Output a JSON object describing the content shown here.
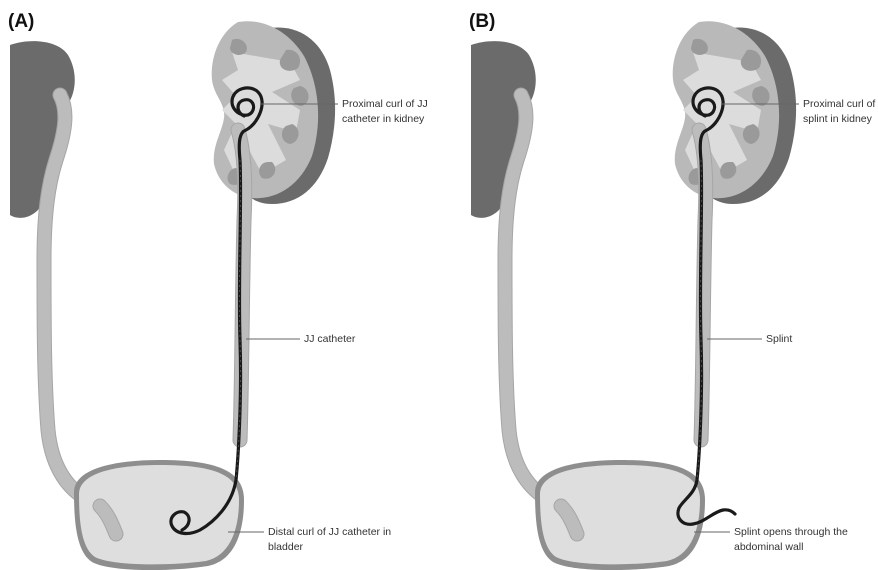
{
  "panels": [
    {
      "label": "(A)",
      "annotations": {
        "proximal_line1": "Proximal curl of JJ",
        "proximal_line2": "catheter in kidney",
        "middle": "JJ catheter",
        "distal_line1": "Distal curl of JJ catheter in",
        "distal_line2": "bladder"
      }
    },
    {
      "label": "(B)",
      "annotations": {
        "proximal_line1": "Proximal curl of",
        "proximal_line2": "splint in kidney",
        "middle": "Splint",
        "distal_line1": "Splint opens through the",
        "distal_line2": "abdominal wall"
      }
    }
  ],
  "colors": {
    "kidney_dark": "#6b6b6b",
    "kidney_mid": "#b9b9b9",
    "catheter": "#1a1a1a",
    "bladder_wall": "#8e8e8e",
    "bladder_fill": "#dedede"
  }
}
